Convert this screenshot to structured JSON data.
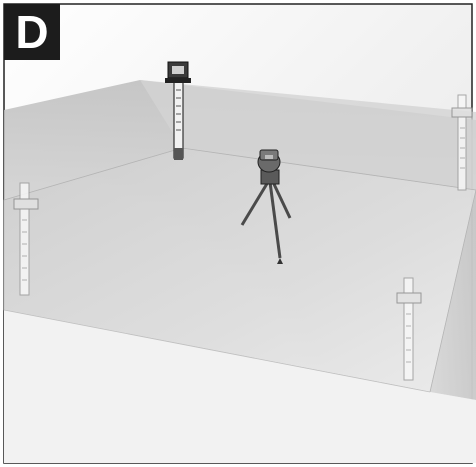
{
  "figure": {
    "label": "D",
    "colors": {
      "background": "#f0f0f0",
      "floor": "#c9c9c9",
      "plane": "#d8d8d8",
      "label_bg": "#1c1c1c",
      "label_text": "#ffffff",
      "tripod": "#4a4a4a",
      "rod_dark": "#5a5a5a",
      "rod_light": "#e8e8e8"
    },
    "items": [
      "laser-level-on-tripod",
      "measuring-rod",
      "measuring-rod",
      "measuring-rod",
      "measuring-rod"
    ]
  }
}
